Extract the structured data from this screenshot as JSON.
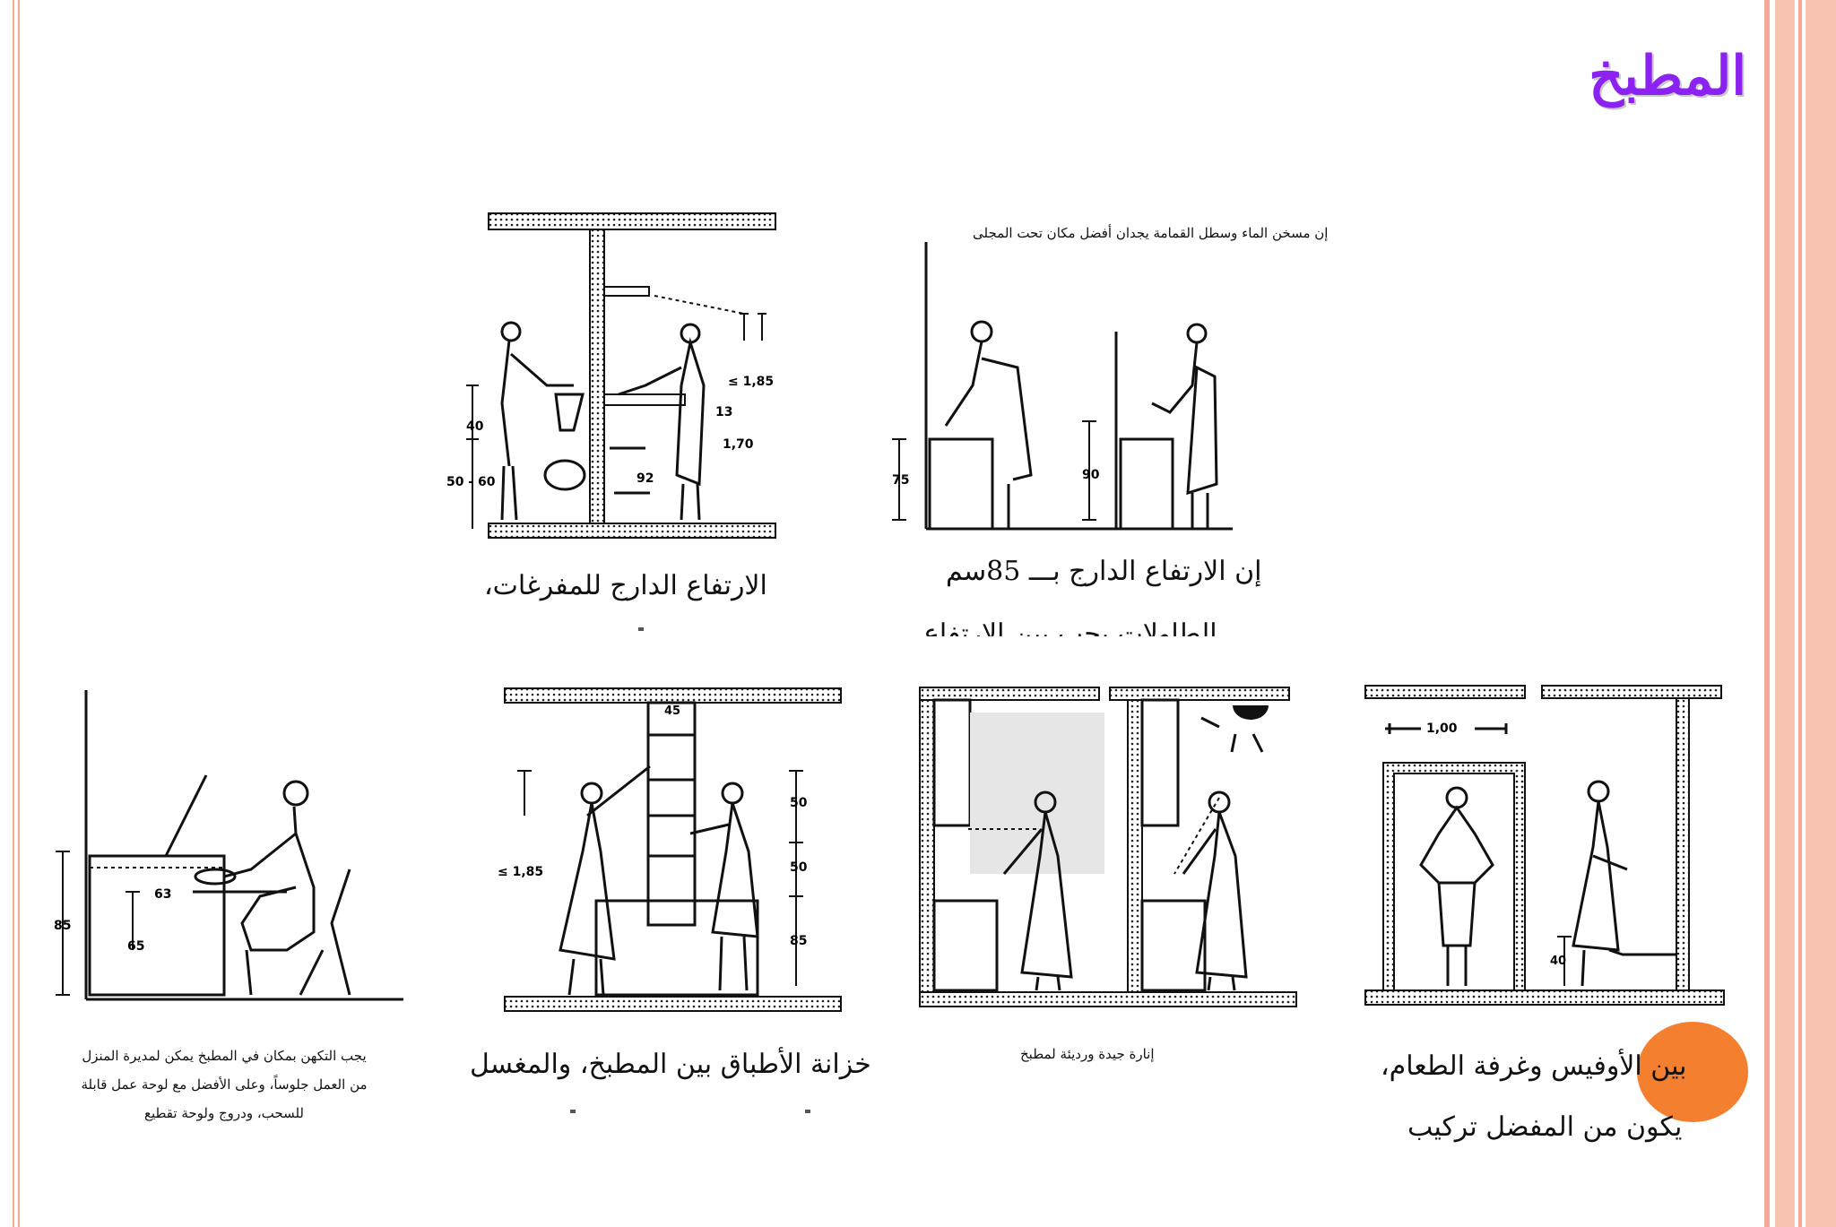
{
  "page": {
    "title": "المطبخ",
    "colors": {
      "title": "#8b22f2",
      "frame": "#f3a993",
      "highlight_circle": "#f47f2e"
    }
  },
  "panels": {
    "p1": {
      "caption": "الارتفاع الدارج للمفرغات،",
      "dims": [
        "40",
        "50 - 60",
        "≤ 1,85",
        "13",
        "1,70",
        "92"
      ]
    },
    "p2": {
      "note": "إن مسخن الماء وسطل القمامة يجدان أفضل مكان تحت المجلى",
      "caption": "إن الارتفاع الدارج بـــ 85سم",
      "caption_cut": "الطاولات يجب بين الارتفاع",
      "dims": [
        "75",
        "90"
      ]
    },
    "p3": {
      "caption_lines": [
        "يجب التكهن بمكان في المطبخ يمكن لمديرة المنزل",
        "من العمل جلوساً، وعلى الأفضل مع لوحة عمل قابلة",
        "للسحب، ودروج ولوحة تقطيع"
      ],
      "dims": [
        "85",
        "65",
        "63"
      ]
    },
    "p4": {
      "caption": "خزانة الأطباق بين المطبخ، والمغسل",
      "dims": [
        "45",
        "≤ 1,85",
        "50",
        "50",
        "85"
      ]
    },
    "p5": {
      "caption": "إنارة جيدة ورديئة لمطبخ"
    },
    "p6": {
      "caption_1": "بين الأوفيس وغرفة الطعام،",
      "caption_2": "يكون من المفضل تركيب",
      "dims": [
        "1,00",
        "40"
      ]
    }
  }
}
